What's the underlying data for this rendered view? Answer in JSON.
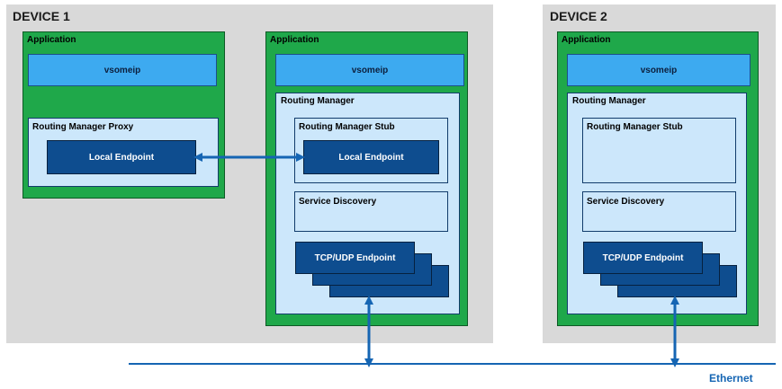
{
  "device1": {
    "title": "DEVICE 1",
    "app_left": {
      "label": "Application",
      "vsomeip": "vsomeip",
      "proxy": {
        "label": "Routing Manager Proxy",
        "endpoint": "Local Endpoint"
      }
    },
    "app_right": {
      "label": "Application",
      "vsomeip": "vsomeip",
      "routing_manager": {
        "label": "Routing Manager",
        "stub": {
          "label": "Routing Manager Stub",
          "endpoint": "Local Endpoint"
        },
        "service_discovery": "Service Discovery",
        "tcp_udp": "TCP/UDP Endpoint"
      }
    }
  },
  "device2": {
    "title": "DEVICE 2",
    "app": {
      "label": "Application",
      "vsomeip": "vsomeip",
      "routing_manager": {
        "label": "Routing Manager",
        "stub": {
          "label": "Routing Manager Stub"
        },
        "service_discovery": "Service Discovery",
        "tcp_udp": "TCP/UDP Endpoint"
      }
    }
  },
  "network": {
    "label": "Ethernet"
  },
  "colors": {
    "device_bg": "#d9d9d9",
    "application_green": "#1fa84a",
    "vsomeip_blue": "#3daaf0",
    "panel_light_blue": "#cce7fb",
    "endpoint_dark_blue": "#0e4d8f",
    "link_blue": "#1565b3"
  }
}
